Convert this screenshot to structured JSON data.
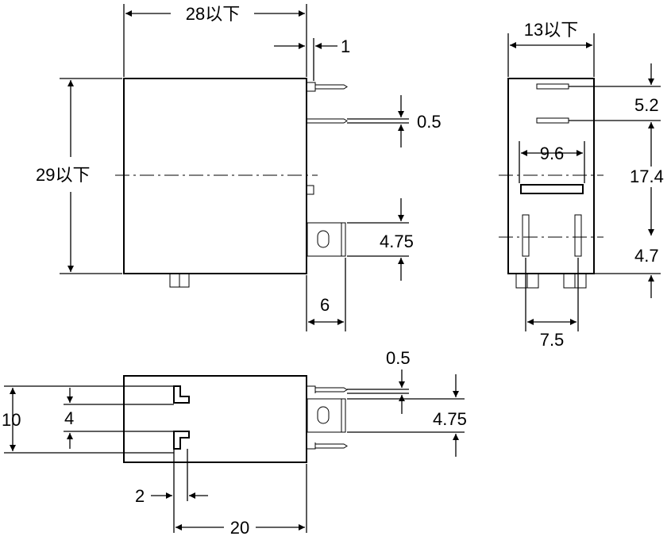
{
  "front_view": {
    "width_label": "28以下",
    "height_label": "29以下",
    "pin_offset_label": "1",
    "pin_thickness_label": "0.5",
    "tab_width_label": "4.75",
    "tab_length_label": "6"
  },
  "side_view": {
    "width_label": "13以下",
    "pin_spacing_label": "9.6",
    "upper_pitch_label": "5.2",
    "main_pitch_label": "17.4",
    "lower_pitch_label": "4.7",
    "bottom_pitch_label": "7.5"
  },
  "bottom_view": {
    "height_label": "10",
    "slot_pitch_label": "4",
    "pin_thickness_label": "0.5",
    "tab_width_label": "4.75",
    "slot_width_label": "2",
    "length_label": "20"
  }
}
